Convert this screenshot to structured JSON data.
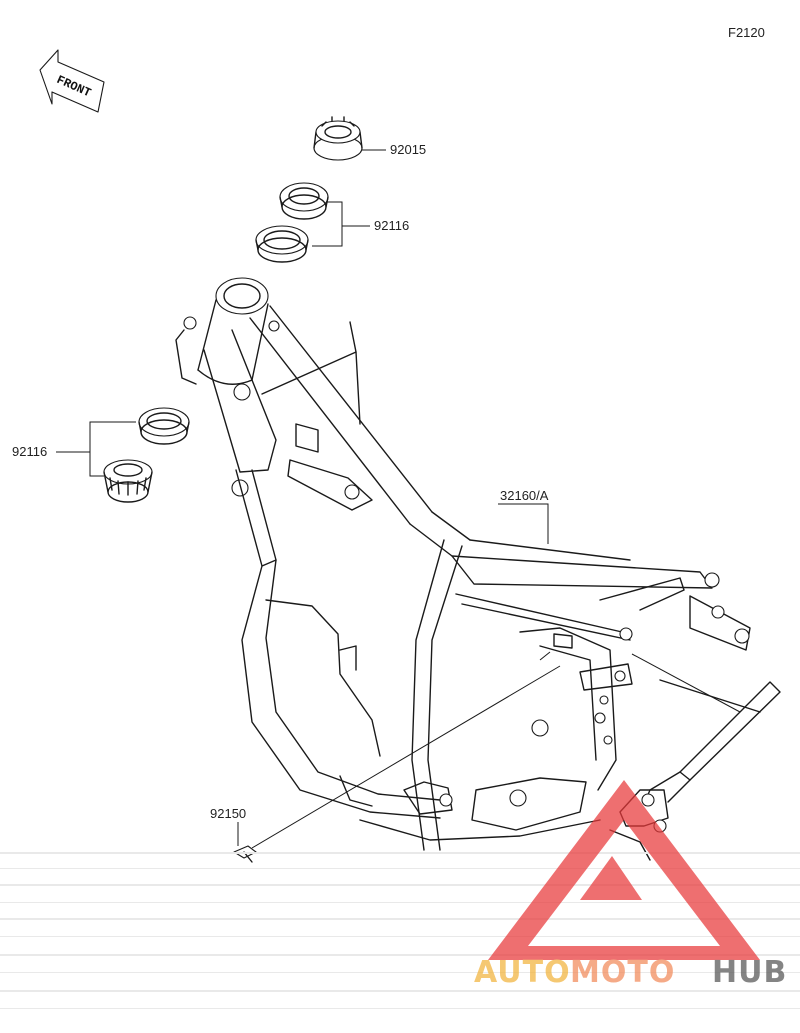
{
  "figure_code": "F2120",
  "front_arrow_label": "FRONT",
  "callouts": {
    "steering_stem_nut": "92015",
    "upper_bearing_races": "92116",
    "lower_bearing_races": "92116",
    "frame": "32160/A",
    "bolt": "92150"
  },
  "watermark": {
    "part1": "AUTO",
    "part2": "MOTO",
    "part3": "HUB",
    "color_auto": "#f2b43c",
    "color_moto": "#f28a5a",
    "color_hub": "#555555",
    "triangle_color": "#e8393a"
  }
}
